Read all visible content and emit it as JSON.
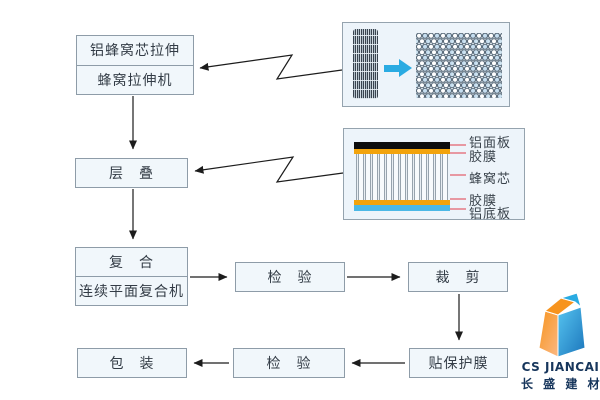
{
  "flowchart": {
    "stretch": {
      "line1": "铝蜂窝芯拉伸",
      "line2": "蜂窝拉伸机"
    },
    "layer": {
      "label": "层　叠"
    },
    "composite": {
      "line1": "复　合",
      "line2": "连续平面复合机"
    },
    "inspect1": {
      "label": "检　验"
    },
    "cut": {
      "label": "裁　剪"
    },
    "film": {
      "label": "贴保护膜"
    },
    "inspect2": {
      "label": "检　验"
    },
    "pack": {
      "label": "包　装"
    },
    "connections": [
      {
        "from": "stretch",
        "to": "layer"
      },
      {
        "from": "layer",
        "to": "composite"
      },
      {
        "from": "composite",
        "to": "inspect1"
      },
      {
        "from": "inspect1",
        "to": "cut"
      },
      {
        "from": "cut",
        "to": "film"
      },
      {
        "from": "film",
        "to": "inspect2"
      },
      {
        "from": "inspect2",
        "to": "pack"
      },
      {
        "from": "stretch-demo-illustration",
        "to": "stretch"
      },
      {
        "from": "panel-layers-illustration",
        "to": "layer"
      }
    ]
  },
  "illustrations": {
    "stretch_demo": {
      "description": "compressed honeycomb expanding into open honeycomb",
      "arrow_color": "#2aabe2"
    },
    "panel": {
      "labels": [
        "铝面板",
        "胶膜",
        "蜂窝芯",
        "胶膜",
        "铝底板"
      ],
      "colors": {
        "face": "#0d0d0d",
        "film": "#f2a30c",
        "bottom": "#4cb8e6",
        "tick": "#e798a2"
      }
    }
  },
  "logo": {
    "en": "CS JIANCAI",
    "zh": "长 盛 建 材",
    "colors": {
      "orange": "#f7941e",
      "blue": "#29abe2",
      "text": "#17365c"
    }
  },
  "style": {
    "box_fill": "#f1f7fb",
    "box_border": "#8e9ca8",
    "arrow_color": "#1c1c1c"
  }
}
